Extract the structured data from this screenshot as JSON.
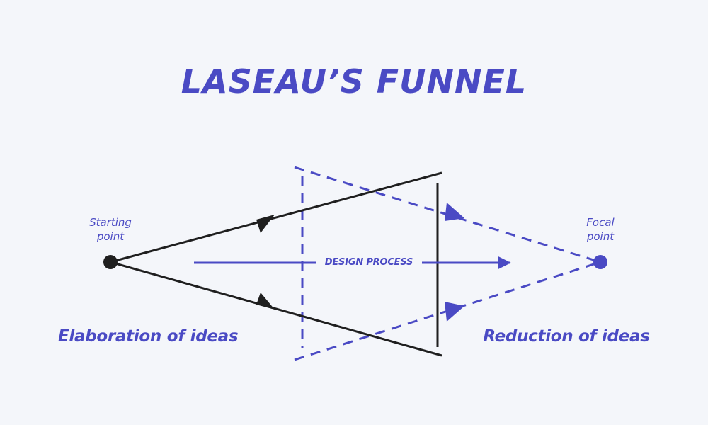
{
  "title": "LASEAU’S FUNNEL",
  "labels": {
    "start_line1": "Starting",
    "start_line2": "point",
    "focal_line1": "Focal",
    "focal_line2": "point",
    "process": "DESIGN PROCESS",
    "elaboration": "Elaboration of ideas",
    "reduction": "Reduction of ideas"
  },
  "colors": {
    "accent": "#4a4ac4",
    "dark": "#1f1f1f",
    "background": "#f4f6fa"
  }
}
